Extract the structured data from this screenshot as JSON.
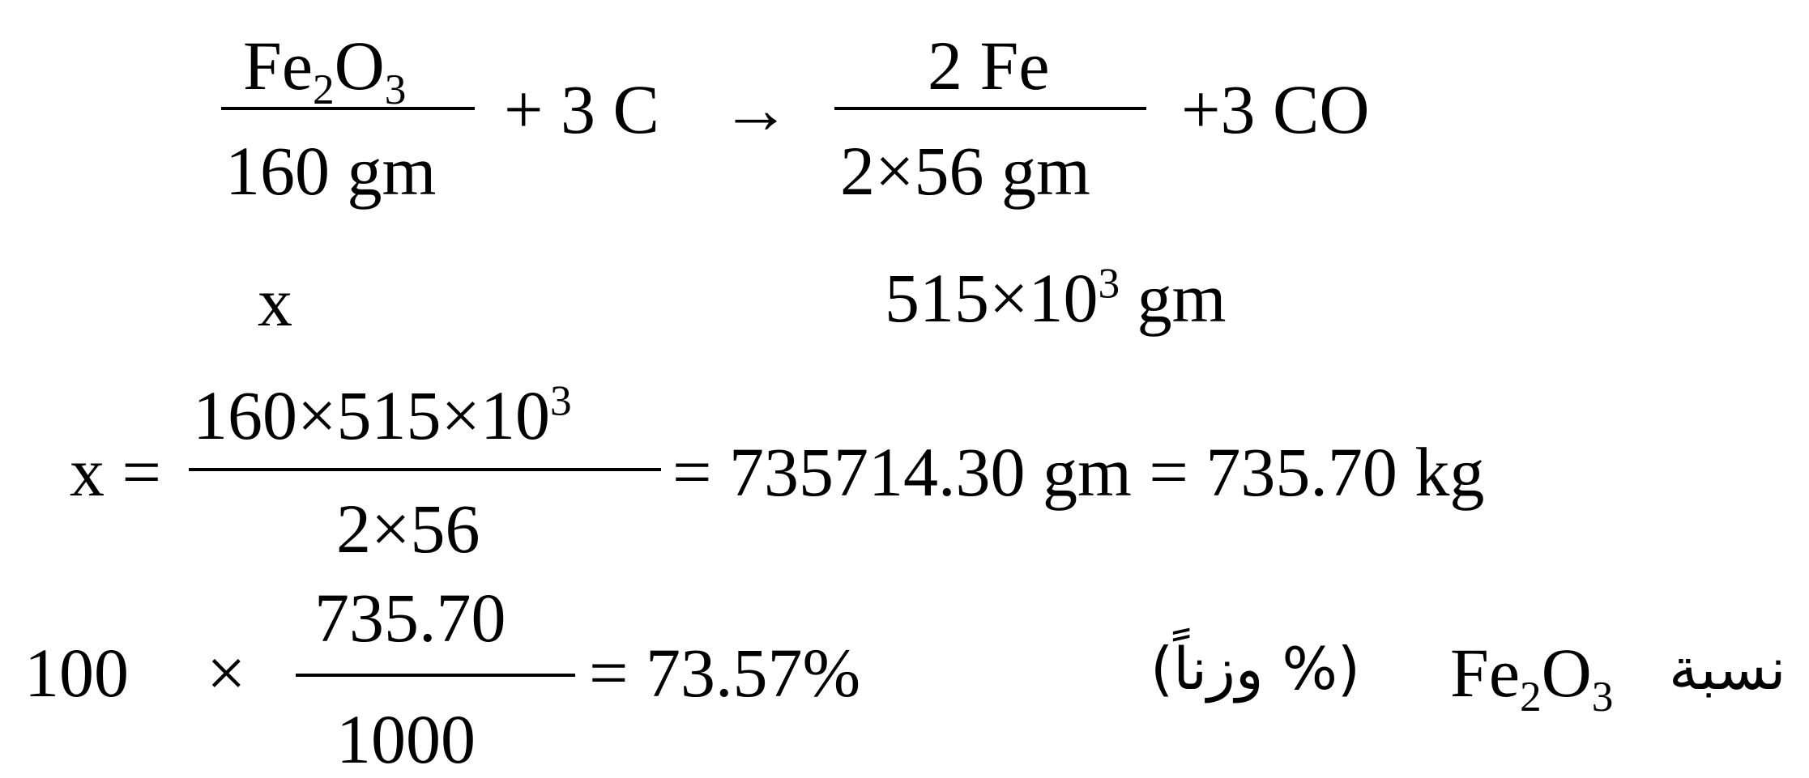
{
  "eq1": {
    "fe2o3": {
      "el1": "Fe",
      "sub1": "2",
      "el2": "O",
      "sub2": "3"
    },
    "mass_fe2o3": "160  gm",
    "plus_c": "+  3 C",
    "arrow": "→",
    "fe_num": "2 Fe",
    "fe_den": "2×56 gm",
    "plus_co": "+3 CO"
  },
  "eq2": {
    "x": "x",
    "mass_base": "515×10",
    "mass_exp": "3",
    "mass_unit": " gm"
  },
  "eq3": {
    "lhs": "x =",
    "num_base": "160×515×10",
    "num_exp": "3",
    "den": "2×56",
    "rhs": "= 735714.30  gm = 735.70  kg"
  },
  "eq4": {
    "hundred": "100",
    "times": "×",
    "num": "735.70",
    "den": "1000",
    "result": "= 73.57%",
    "label_ar_paren": "(% وزناً)",
    "label_fe2o3": {
      "el1": "Fe",
      "sub1": "2",
      "el2": "O",
      "sub2": "3"
    },
    "label_ar_word": "نسبة"
  }
}
